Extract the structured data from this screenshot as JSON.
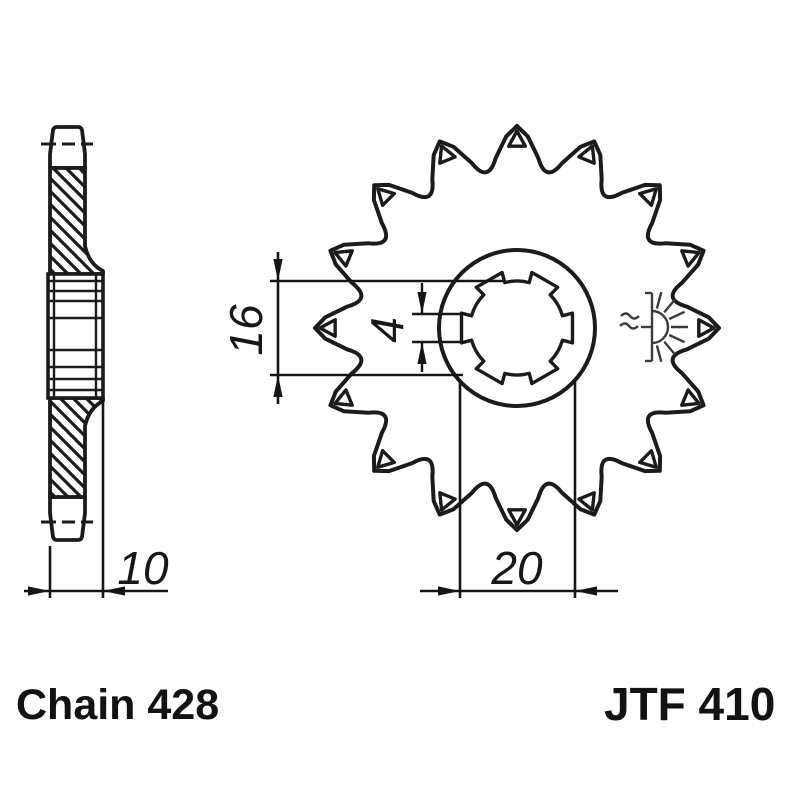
{
  "drawing": {
    "labels": {
      "chain": "Chain 428",
      "part": "JTF 410"
    },
    "dimensions": {
      "hub_width": "10",
      "spline_bore_diameter": "16",
      "spline_groove_width": "4",
      "spline_outer_diameter": "20"
    },
    "sprocket": {
      "tooth_count": 16,
      "spline_count": 6
    },
    "colors": {
      "ink": "#1b1b1b",
      "dim": "#161616",
      "symbol": "#3c3c3c",
      "background": "#ffffff"
    }
  }
}
